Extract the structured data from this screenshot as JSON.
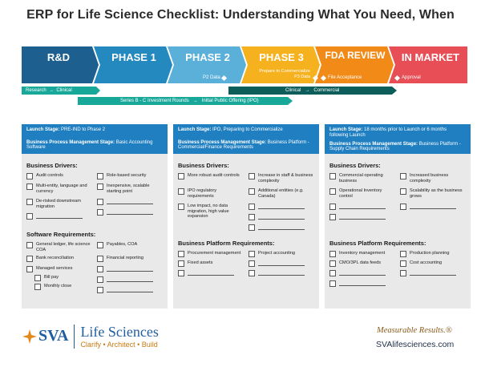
{
  "title": "ERP for Life Science Checklist: Understanding What You Need, When",
  "phases": [
    {
      "label": "R&D",
      "color": "#1d5f8f"
    },
    {
      "label": "PHASE 1",
      "color": "#2389bf"
    },
    {
      "label": "PHASE 2",
      "color": "#5ab0d9",
      "sub": "P2 Data"
    },
    {
      "label": "PHASE 3",
      "color": "#f5b11e",
      "sub": "Prepare to Commercialize\nP3 Data"
    },
    {
      "label": "FDA REVIEW",
      "color": "#f28a18",
      "sub": "File Acceptance"
    },
    {
      "label": "IN MARKET",
      "color": "#e84e55",
      "sub": "Approval"
    }
  ],
  "bars": {
    "research": "Research",
    "clinical_left": "Clinical",
    "clinical_right": "Clinical",
    "commercial": "Commercial",
    "investment": "Series B - C Investment Rounds",
    "ipo": "Initial Public Offering (IPO)"
  },
  "columns": [
    {
      "launch_label": "Launch Stage:",
      "launch_value": "PRE-IND to Phase 2",
      "bpm_label": "Business Process Management Stage:",
      "bpm_value": "Basic Accounting Software",
      "drivers_title": "Business Drivers:",
      "drivers_left": [
        "Audit controls",
        "Multi-entity, language and currency",
        "De-risked downstream migration"
      ],
      "drivers_right": [
        "Role-based security",
        "Inexpensive, scalable starting point"
      ],
      "req_title": "Software Requirements:",
      "req_left": [
        "General ledger, life science COA",
        "Bank reconciliation",
        "Managed services"
      ],
      "req_sub": [
        "Bill pay",
        "Monthly close"
      ],
      "req_right": [
        "Payables, COA",
        "Financial reporting"
      ]
    },
    {
      "launch_label": "Launch Stage:",
      "launch_value": "IPO, Preparing to Commercialize",
      "bpm_label": "Business Process Management Stage:",
      "bpm_value": "Business Platform - Commercial/Finance Requirements",
      "drivers_title": "Business Drivers:",
      "drivers_left": [
        "More robust audit controls",
        "IPO regulatory requirements",
        "Low impact, no data migration, high value expansion"
      ],
      "drivers_right": [
        "Increase in staff & business complexity",
        "Additional entities (e.g. Canada)"
      ],
      "req_title": "Business Platform Requirements:",
      "req_left": [
        "Procurement management",
        "Fixed assets"
      ],
      "req_right": [
        "Project accounting"
      ]
    },
    {
      "launch_label": "Launch Stage:",
      "launch_value": "18 months prior to Launch or 6 months following Launch",
      "bpm_label": "Business Process Management Stage:",
      "bpm_value": "Business Platform - Supply Chain Requirements",
      "drivers_title": "Business Drivers:",
      "drivers_left": [
        "Commercial operating business",
        "Operational Inventory control"
      ],
      "drivers_right": [
        "Increased business complexity",
        "Scalability as the business grows"
      ],
      "req_title": "Business Platform Requirements:",
      "req_left": [
        "Inventory management",
        "CMO/3PL data feeds"
      ],
      "req_right": [
        "Production planning",
        "Cost accounting"
      ]
    }
  ],
  "footer": {
    "brand": "SVA",
    "brand_sub": "Life Sciences",
    "tagline": "Clarify • Architect • Build",
    "slogan": "Measurable Results.®",
    "website": "SVAlifesciences.com"
  }
}
